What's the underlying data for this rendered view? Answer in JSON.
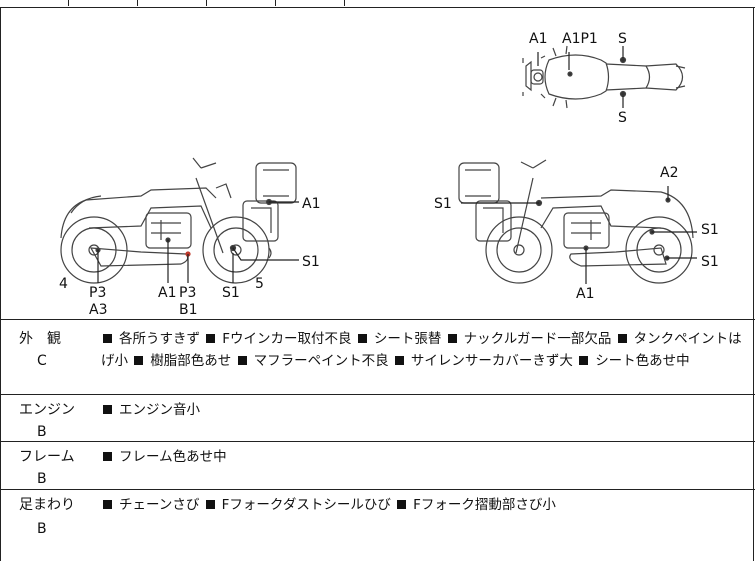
{
  "diagram": {
    "top_view_labels": {
      "a1": "A1",
      "a1p1": "A1P1",
      "s_top": "S",
      "s_bottom": "S"
    },
    "left_view_labels": {
      "a1_box": "A1",
      "s1_right": "S1",
      "num_4": "4",
      "p3": "P3",
      "a3": "A3",
      "a1_lower": "A1",
      "p3_lower": "P3",
      "b1": "B1",
      "s1_lower": "S1",
      "num_5": "5"
    },
    "right_view_labels": {
      "s1_left": "S1",
      "a2": "A2",
      "s1_upper": "S1",
      "s1_lower": "S1",
      "a1_lower": "A1"
    }
  },
  "sections": [
    {
      "category": "外　観",
      "grade": "C",
      "line1": [
        "各所うすきず",
        "Fウインカー取付不良",
        "シート張替",
        "ナックルガード一部欠品",
        "タンクペイントは"
      ],
      "line2_prefix": "げ小",
      "line2": [
        "樹脂部色あせ",
        "マフラーペイント不良",
        "サイレンサーカバーきず大",
        "シート色あせ中"
      ]
    },
    {
      "category": "エンジン",
      "grade": "B",
      "items": [
        "エンジン音小"
      ]
    },
    {
      "category": "フレーム",
      "grade": "B",
      "items": [
        "フレーム色あせ中"
      ]
    },
    {
      "category": "足まわり",
      "grade": "B",
      "items": [
        "チェーンさび",
        "Fフォークダストシールひび",
        "Fフォーク摺動部さび小"
      ]
    }
  ]
}
